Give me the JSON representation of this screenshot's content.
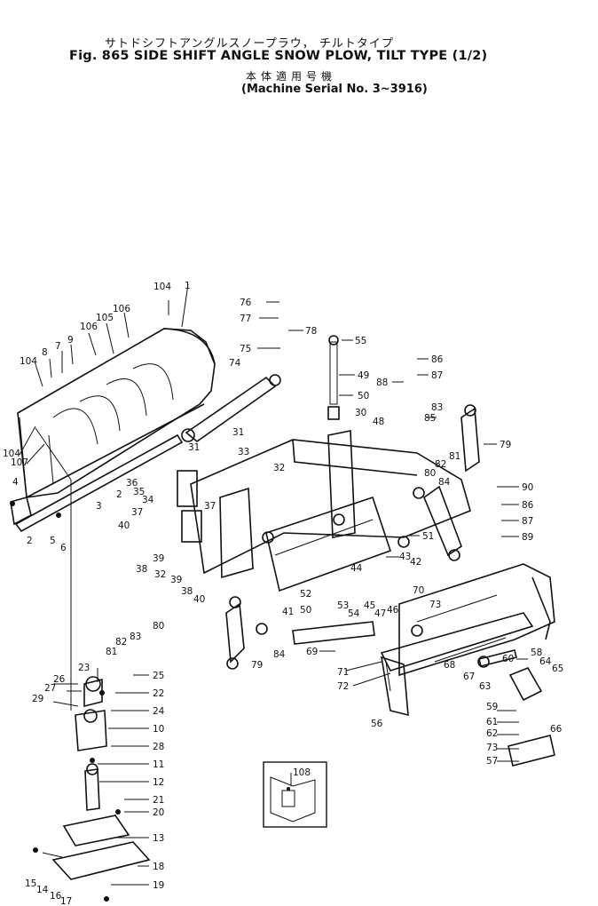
{
  "title": {
    "japanese": "サトドシフトアングルスノープラウ， チルトタイプ",
    "english": "Fig. 865  SIDE SHIFT ANGLE SNOW PLOW, TILT TYPE (1/2)",
    "serial_japanese": "本体適用号機",
    "serial_english": "(Machine Serial No. 3~3916)"
  },
  "callouts": [
    {
      "id": "c104a",
      "label": "104"
    },
    {
      "id": "c1",
      "label": "1"
    },
    {
      "id": "c106a",
      "label": "106"
    },
    {
      "id": "c105",
      "label": "105"
    },
    {
      "id": "c106b",
      "label": "106"
    },
    {
      "id": "c9",
      "label": "9"
    },
    {
      "id": "c7",
      "label": "7"
    },
    {
      "id": "c8",
      "label": "8"
    },
    {
      "id": "c104b",
      "label": "104"
    },
    {
      "id": "c104c",
      "label": "104"
    },
    {
      "id": "c107",
      "label": "107"
    },
    {
      "id": "c4",
      "label": "4"
    },
    {
      "id": "c2a",
      "label": "2"
    },
    {
      "id": "c5",
      "label": "5"
    },
    {
      "id": "c6",
      "label": "6"
    },
    {
      "id": "c3",
      "label": "3"
    },
    {
      "id": "c2b",
      "label": "2"
    },
    {
      "id": "c36",
      "label": "36"
    },
    {
      "id": "c35",
      "label": "35"
    },
    {
      "id": "c34",
      "label": "34"
    },
    {
      "id": "c31a",
      "label": "31"
    },
    {
      "id": "c37a",
      "label": "37"
    },
    {
      "id": "c37b",
      "label": "37"
    },
    {
      "id": "c40a",
      "label": "40"
    },
    {
      "id": "c38a",
      "label": "38"
    },
    {
      "id": "c39a",
      "label": "39"
    },
    {
      "id": "c32a",
      "label": "32"
    },
    {
      "id": "c39b",
      "label": "39"
    },
    {
      "id": "c38b",
      "label": "38"
    },
    {
      "id": "c40b",
      "label": "40"
    },
    {
      "id": "c76",
      "label": "76"
    },
    {
      "id": "c77",
      "label": "77"
    },
    {
      "id": "c78",
      "label": "78"
    },
    {
      "id": "c75",
      "label": "75"
    },
    {
      "id": "c74",
      "label": "74"
    },
    {
      "id": "c31b",
      "label": "31"
    },
    {
      "id": "c33",
      "label": "33"
    },
    {
      "id": "c32b",
      "label": "32"
    },
    {
      "id": "c55",
      "label": "55"
    },
    {
      "id": "c49",
      "label": "49"
    },
    {
      "id": "c50a",
      "label": "50"
    },
    {
      "id": "c30",
      "label": "30"
    },
    {
      "id": "c48",
      "label": "48"
    },
    {
      "id": "c86a",
      "label": "86"
    },
    {
      "id": "c87a",
      "label": "87"
    },
    {
      "id": "c88",
      "label": "88"
    },
    {
      "id": "c83a",
      "label": "83"
    },
    {
      "id": "c85",
      "label": "85"
    },
    {
      "id": "c81a",
      "label": "81"
    },
    {
      "id": "c82a",
      "label": "82"
    },
    {
      "id": "c80a",
      "label": "80"
    },
    {
      "id": "c84a",
      "label": "84"
    },
    {
      "id": "c79a",
      "label": "79"
    },
    {
      "id": "c90",
      "label": "90"
    },
    {
      "id": "c86b",
      "label": "86"
    },
    {
      "id": "c87b",
      "label": "87"
    },
    {
      "id": "c89",
      "label": "89"
    },
    {
      "id": "c51",
      "label": "51"
    },
    {
      "id": "c43",
      "label": "43"
    },
    {
      "id": "c44",
      "label": "44"
    },
    {
      "id": "c42",
      "label": "42"
    },
    {
      "id": "c52",
      "label": "52"
    },
    {
      "id": "c41",
      "label": "41"
    },
    {
      "id": "c50b",
      "label": "50"
    },
    {
      "id": "c53",
      "label": "53"
    },
    {
      "id": "c54",
      "label": "54"
    },
    {
      "id": "c45",
      "label": "45"
    },
    {
      "id": "c47",
      "label": "47"
    },
    {
      "id": "c46",
      "label": "46"
    },
    {
      "id": "c70",
      "label": "70"
    },
    {
      "id": "c73a",
      "label": "73"
    },
    {
      "id": "c80b",
      "label": "80"
    },
    {
      "id": "c82b",
      "label": "82"
    },
    {
      "id": "c83b",
      "label": "83"
    },
    {
      "id": "c81b",
      "label": "81"
    },
    {
      "id": "c79b",
      "label": "79"
    },
    {
      "id": "c84b",
      "label": "84"
    },
    {
      "id": "c69",
      "label": "69"
    },
    {
      "id": "c71",
      "label": "71"
    },
    {
      "id": "c72",
      "label": "72"
    },
    {
      "id": "c68",
      "label": "68"
    },
    {
      "id": "c67",
      "label": "67"
    },
    {
      "id": "c63",
      "label": "63"
    },
    {
      "id": "c60",
      "label": "60"
    },
    {
      "id": "c64",
      "label": "64"
    },
    {
      "id": "c58",
      "label": "58"
    },
    {
      "id": "c65",
      "label": "65"
    },
    {
      "id": "c66",
      "label": "66"
    },
    {
      "id": "c56",
      "label": "56"
    },
    {
      "id": "c59",
      "label": "59"
    },
    {
      "id": "c61",
      "label": "61"
    },
    {
      "id": "c62",
      "label": "62"
    },
    {
      "id": "c73b",
      "label": "73"
    },
    {
      "id": "c57",
      "label": "57"
    },
    {
      "id": "c23",
      "label": "23"
    },
    {
      "id": "c25",
      "label": "25"
    },
    {
      "id": "c26",
      "label": "26"
    },
    {
      "id": "c22",
      "label": "22"
    },
    {
      "id": "c27",
      "label": "27"
    },
    {
      "id": "c29",
      "label": "29"
    },
    {
      "id": "c24",
      "label": "24"
    },
    {
      "id": "c10",
      "label": "10"
    },
    {
      "id": "c28",
      "label": "28"
    },
    {
      "id": "c11",
      "label": "11"
    },
    {
      "id": "c12",
      "label": "12"
    },
    {
      "id": "c21",
      "label": "21"
    },
    {
      "id": "c20",
      "label": "20"
    },
    {
      "id": "c13",
      "label": "13"
    },
    {
      "id": "c18",
      "label": "18"
    },
    {
      "id": "c15",
      "label": "15"
    },
    {
      "id": "c14",
      "label": "14"
    },
    {
      "id": "c16",
      "label": "16"
    },
    {
      "id": "c17",
      "label": "17"
    },
    {
      "id": "c19",
      "label": "19"
    },
    {
      "id": "c108",
      "label": "108"
    }
  ]
}
